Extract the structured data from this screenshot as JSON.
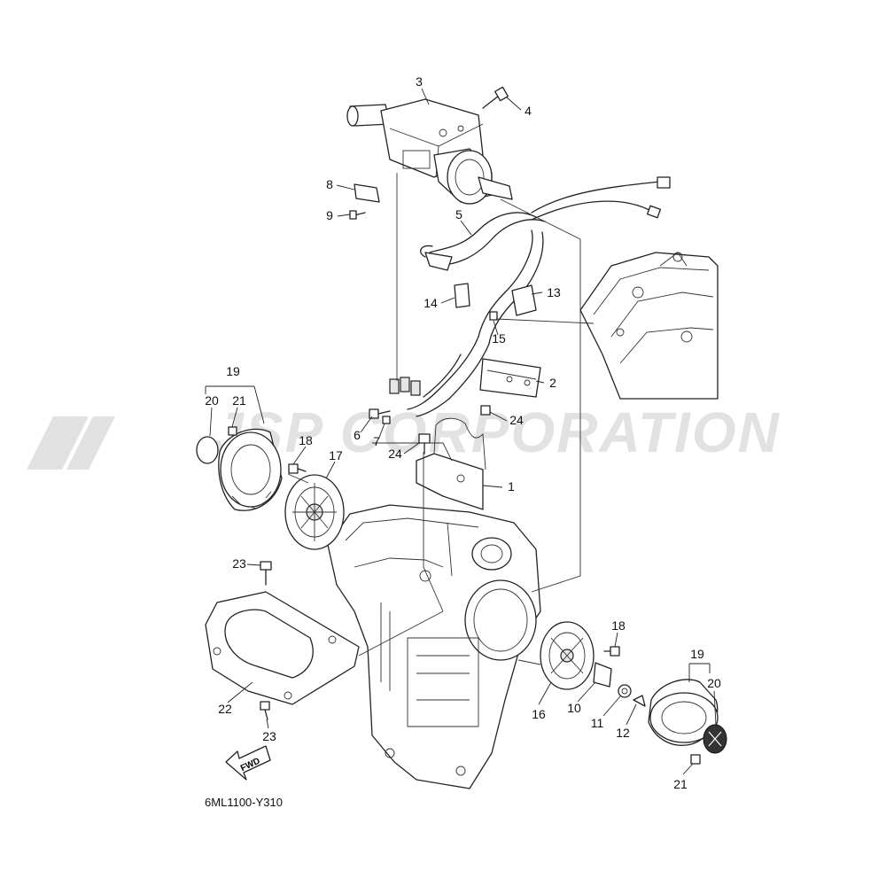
{
  "watermark": "JSP CORPORATION",
  "diagram_code": "6ML1100-Y310",
  "direction_marker": "FWD",
  "callouts": {
    "c1": "1",
    "c2": "2",
    "c3": "3",
    "c4": "4",
    "c5": "5",
    "c6": "6",
    "c7": "7",
    "c8": "8",
    "c9": "9",
    "c10": "10",
    "c11": "11",
    "c12": "12",
    "c13": "13",
    "c14": "14",
    "c15": "15",
    "c16": "16",
    "c17": "17",
    "c18a": "18",
    "c18b": "18",
    "c19a": "19",
    "c19b": "19",
    "c20a": "20",
    "c20b": "20",
    "c21a": "21",
    "c21b": "21",
    "c22": "22",
    "c23a": "23",
    "c23b": "23",
    "c24a": "24",
    "c24b": "24"
  }
}
